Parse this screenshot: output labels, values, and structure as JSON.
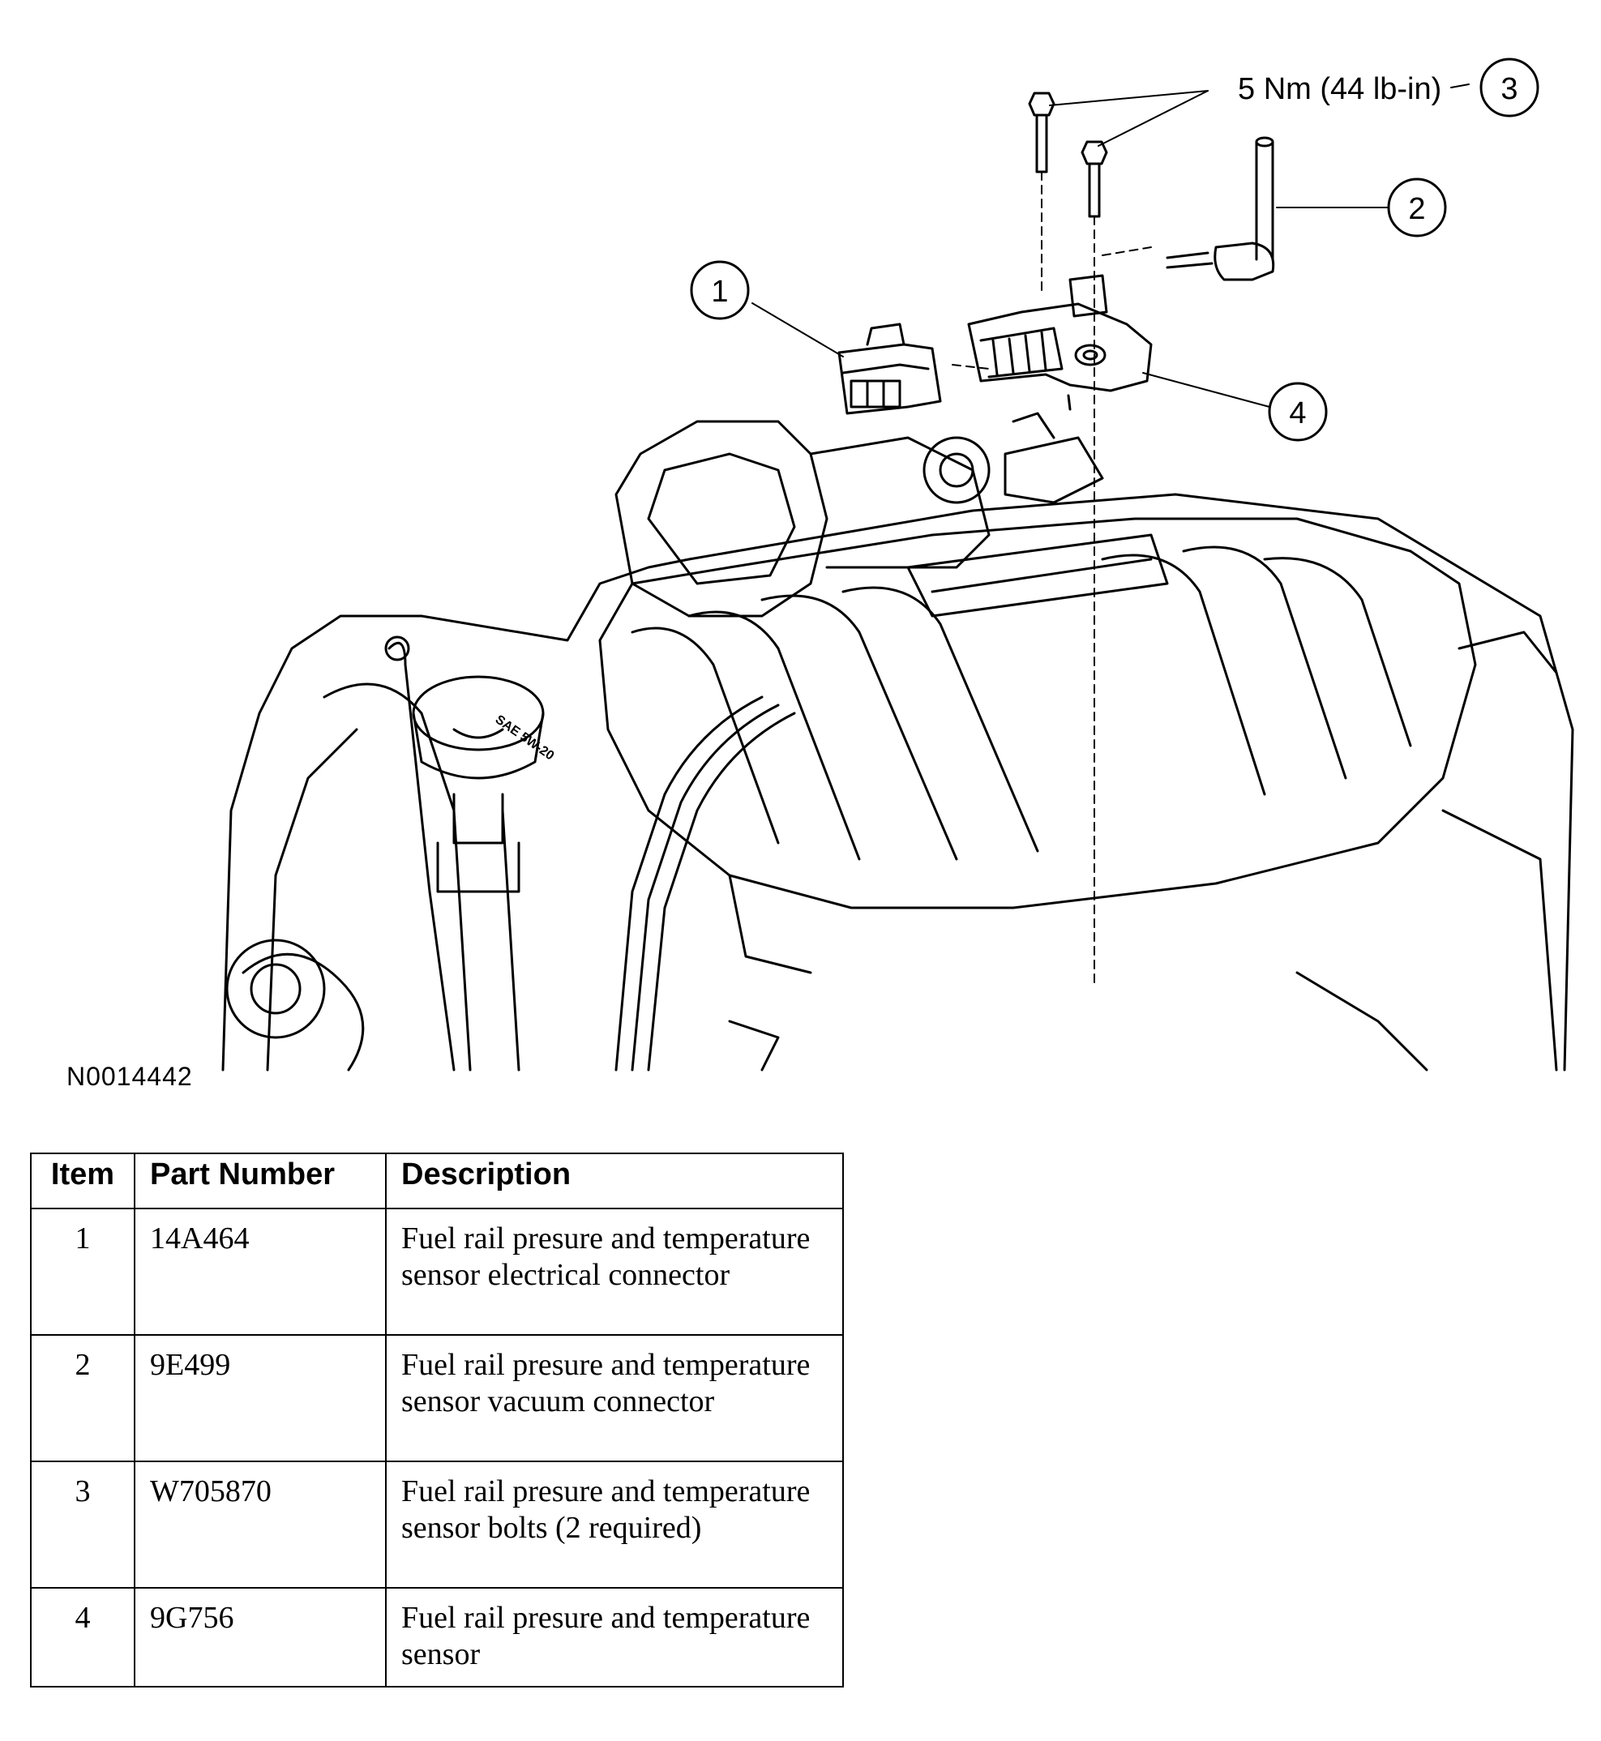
{
  "torque_label": "5 Nm (44 lb-in)",
  "callouts": [
    "1",
    "2",
    "3",
    "4"
  ],
  "figure_id": "N0014442",
  "oil_cap_text": "SAE 5W-20",
  "table": {
    "headers": [
      "Item",
      "Part Number",
      "Description"
    ],
    "rows": [
      {
        "item": "1",
        "part": "14A464",
        "desc": "Fuel rail presure and temperature sensor electrical connector"
      },
      {
        "item": "2",
        "part": "9E499",
        "desc": "Fuel rail presure and temperature sensor vacuum connector"
      },
      {
        "item": "3",
        "part": "W705870",
        "desc": "Fuel rail presure and temperature sensor bolts (2 required)"
      },
      {
        "item": "4",
        "part": "9G756",
        "desc": "Fuel rail presure and temperature sensor"
      }
    ]
  }
}
